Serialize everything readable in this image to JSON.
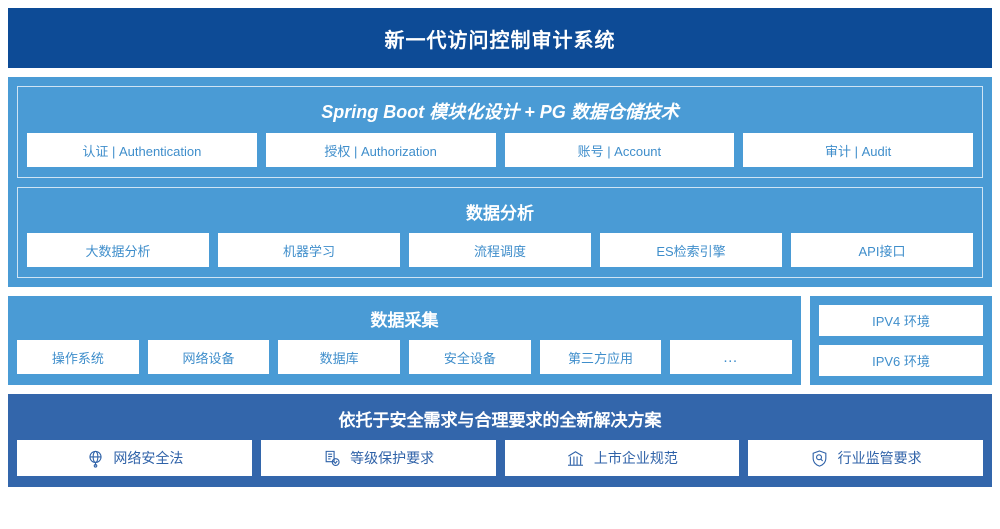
{
  "header": {
    "title": "新一代访问控制审计系统"
  },
  "colors": {
    "header_bg": "#0d4b96",
    "platform_bg": "#4a9bd5",
    "solution_bg": "#3366ab",
    "chip_bg": "#ffffff",
    "chip_text": "#3f8ecb",
    "solution_chip_text": "#2f62a8"
  },
  "platform": {
    "groups": [
      {
        "title": "Spring Boot 模块化设计 + PG 数据仓储技术",
        "italic": true,
        "chips": [
          {
            "label": "认证 | Authentication"
          },
          {
            "label": "授权 | Authorization"
          },
          {
            "label": "账号 | Account"
          },
          {
            "label": "审计 | Audit"
          }
        ]
      },
      {
        "title": "数据分析",
        "italic": false,
        "chips": [
          {
            "label": "大数据分析"
          },
          {
            "label": "机器学习"
          },
          {
            "label": "流程调度"
          },
          {
            "label": "ES检索引擎"
          },
          {
            "label": "API接口"
          }
        ]
      }
    ]
  },
  "collection": {
    "title": "数据采集",
    "chips": [
      {
        "label": "操作系统"
      },
      {
        "label": "网络设备"
      },
      {
        "label": "数据库"
      },
      {
        "label": "安全设备"
      },
      {
        "label": "第三方应用"
      },
      {
        "label": "…"
      }
    ]
  },
  "ip_environment": {
    "chips": [
      {
        "label": "IPV4 环境"
      },
      {
        "label": "IPV6 环境"
      }
    ]
  },
  "solution": {
    "title": "依托于安全需求与合理要求的全新解决方案",
    "chips": [
      {
        "label": "网络安全法",
        "icon": "globe-network-icon"
      },
      {
        "label": "等级保护要求",
        "icon": "document-check-icon"
      },
      {
        "label": "上市企业规范",
        "icon": "bank-building-icon"
      },
      {
        "label": "行业监管要求",
        "icon": "shield-search-icon"
      }
    ]
  }
}
